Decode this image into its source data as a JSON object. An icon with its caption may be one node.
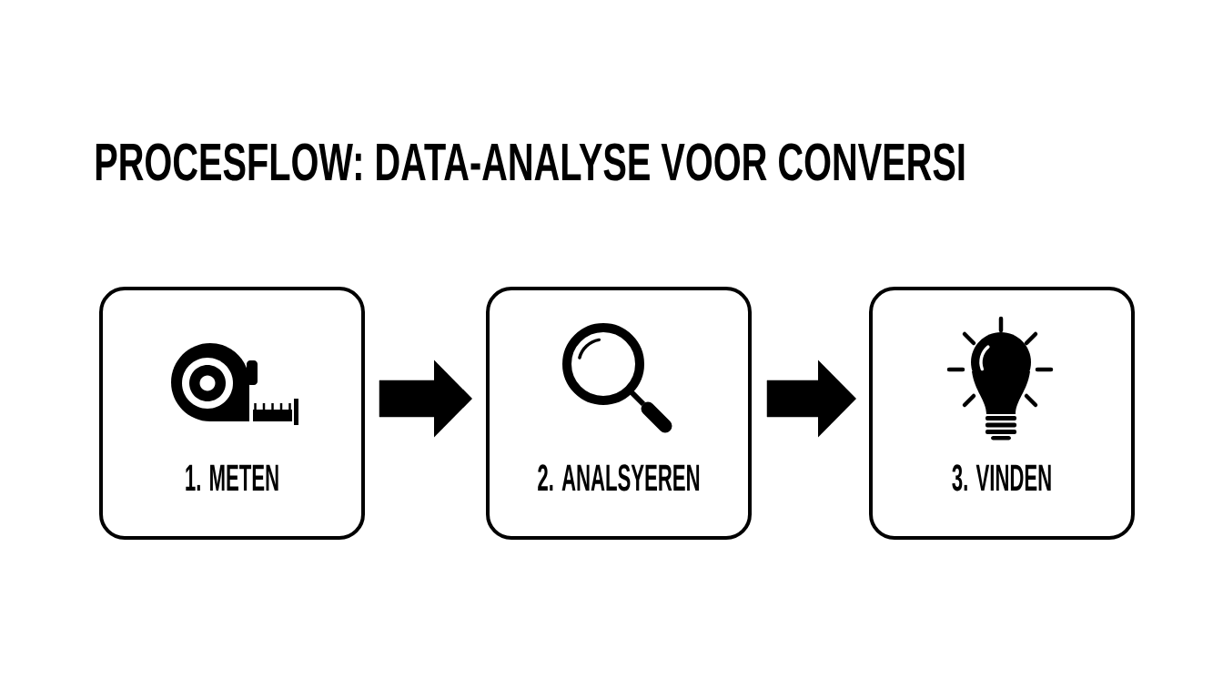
{
  "diagram": {
    "title": "PROCESFLOW: DATA-ANALYSE VOOR CONVERSI",
    "nodes": [
      {
        "text": [
          "1. METEN"
        ]
      },
      {
        "text": [
          "2. ANALSYEREN"
        ]
      },
      {
        "text": [
          "3. VINDEN"
        ]
      }
    ],
    "edges": [
      {
        "from": 0,
        "to": 1,
        "arrow": "to"
      },
      {
        "from": 1,
        "to": 2,
        "arrow": "to"
      }
    ]
  }
}
